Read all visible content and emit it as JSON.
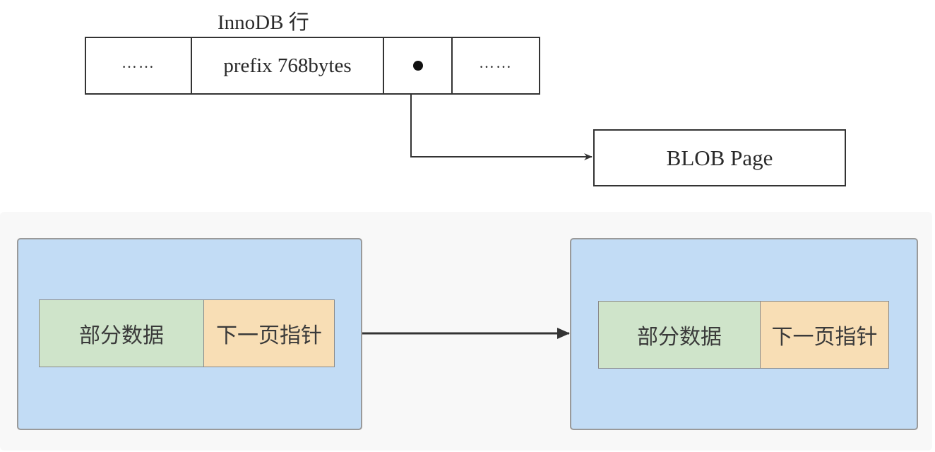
{
  "top_diagram": {
    "title": "InnoDB 行",
    "row_cells": [
      {
        "label": "……",
        "kind": "ellipsis"
      },
      {
        "label": "prefix 768bytes",
        "kind": "text"
      },
      {
        "label": "",
        "kind": "pointer",
        "icon": "pointer-dot-icon"
      },
      {
        "label": "……",
        "kind": "ellipsis"
      }
    ],
    "target": "BLOB Page"
  },
  "bottom_diagram": {
    "pages": [
      {
        "data_label": "部分数据",
        "pointer_label": "下一页指针"
      },
      {
        "data_label": "部分数据",
        "pointer_label": "下一页指针"
      }
    ]
  },
  "colors": {
    "page_fill": "#c2dcf5",
    "data_fill": "#cfe4ca",
    "pointer_fill": "#f8deb5",
    "panel_bg": "#f8f8f8",
    "line": "#333333"
  }
}
